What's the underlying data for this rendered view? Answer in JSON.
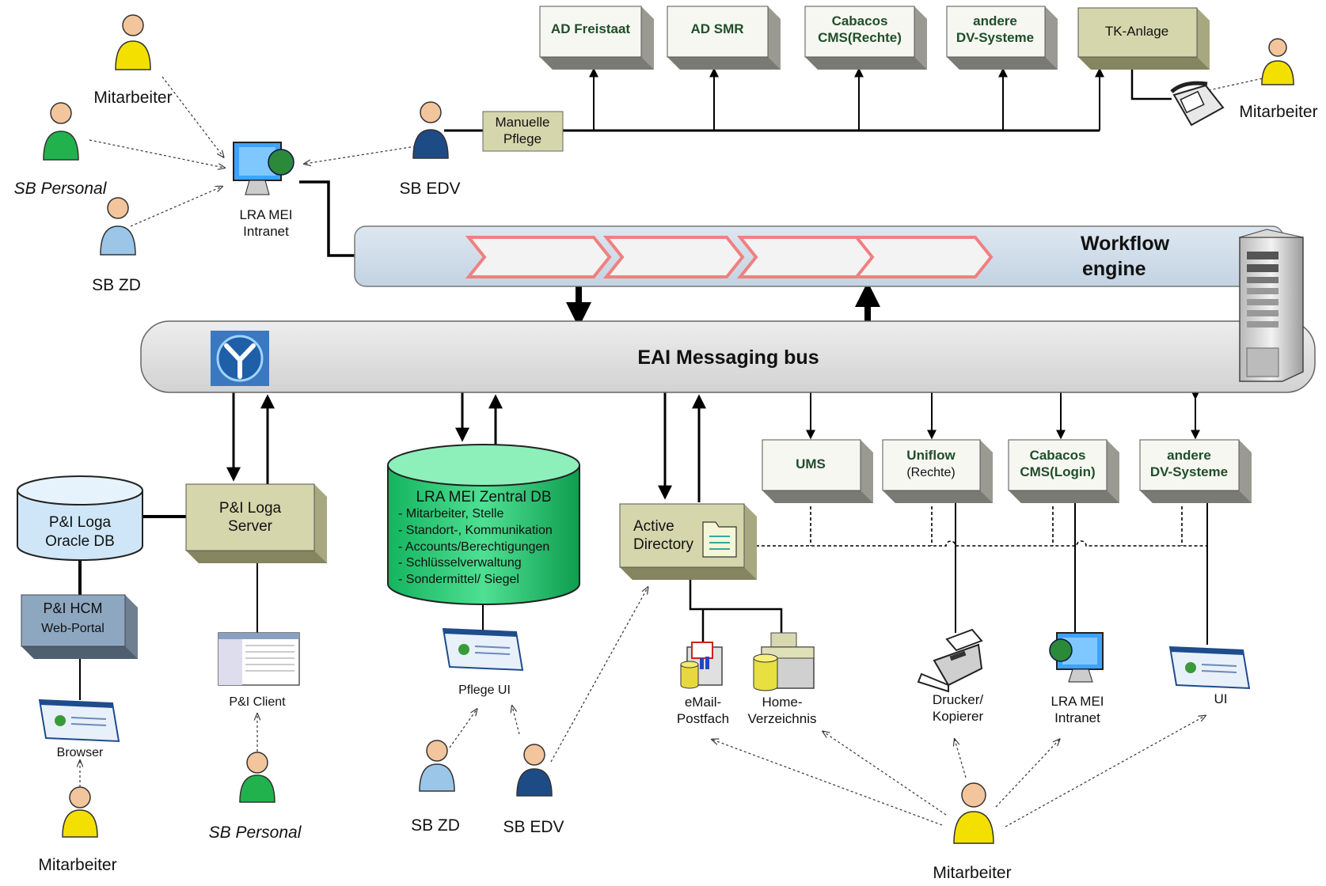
{
  "colors": {
    "box_white_face": "#f7f7f2",
    "box_white_side": "#9a9a92",
    "box_olive_face": "#d6d6ad",
    "box_olive_side": "#a8a880",
    "box_blue_face": "#8ea7c0",
    "bus_fill": "#dcdcdc",
    "workflow_fill": "#cfdce8",
    "arrow_outline": "#f08080",
    "db_blue": "#cfe6f8",
    "db_green": "#19c169"
  },
  "top_systems": {
    "ad_freistaat": "AD Freistaat",
    "ad_smr": "AD SMR",
    "cabacos_line1": "Cabacos",
    "cabacos_line2": "CMS(Rechte)",
    "andere_line1": "andere",
    "andere_line2": "DV-Systeme",
    "tk_anlage": "TK-Anlage",
    "manuelle_line1": "Manuelle",
    "manuelle_line2": "Pflege"
  },
  "people_top": {
    "mitarbeiter_top_left": "Mitarbeiter",
    "sb_personal_top": "SB Personal",
    "sb_zd_top": "SB ZD",
    "sb_edv_top": "SB EDV",
    "mitarbeiter_top_right": "Mitarbeiter",
    "intranet_line1": "LRA MEI",
    "intranet_line2": "Intranet"
  },
  "workflow": {
    "line1": "Workflow",
    "line2": "engine"
  },
  "bus": {
    "label": "EAI Messaging bus"
  },
  "bottom_systems": {
    "ums": "UMS",
    "uniflow_line1": "Uniflow",
    "uniflow_line2": "(Rechte)",
    "cabacos_line1": "Cabacos",
    "cabacos_line2": "CMS(Login)",
    "andere_line1": "andere",
    "andere_line2": "DV-Systeme"
  },
  "left": {
    "loga_db_line1": "P&I Loga",
    "loga_db_line2": "Oracle DB",
    "loga_server_line1": "P&I Loga",
    "loga_server_line2": "Server",
    "hcm_line1": "P&I HCM",
    "hcm_line2": "Web-Portal",
    "browser": "Browser",
    "client": "P&I Client",
    "mitarbeiter": "Mitarbeiter",
    "sb_personal": "SB Personal"
  },
  "zentral_db": {
    "title": "LRA MEI Zentral DB",
    "items": [
      "- Mitarbeiter, Stelle",
      "- Standort-, Kommunikation",
      "- Accounts/Berechtigungen",
      "- Schlüsselverwaltung",
      "- Sondermittel/ Siegel"
    ],
    "pflege_ui": "Pflege UI",
    "sb_zd": "SB ZD",
    "sb_edv": "SB EDV"
  },
  "right": {
    "ad_line1": "Active",
    "ad_line2": "Directory",
    "email_line1": "eMail-",
    "email_line2": "Postfach",
    "home_line1": "Home-",
    "home_line2": "Verzeichnis",
    "drucker_line1": "Drucker/",
    "drucker_line2": "Kopierer",
    "intranet_line1": "LRA MEI",
    "intranet_line2": "Intranet",
    "ui": "UI",
    "mitarbeiter": "Mitarbeiter"
  }
}
